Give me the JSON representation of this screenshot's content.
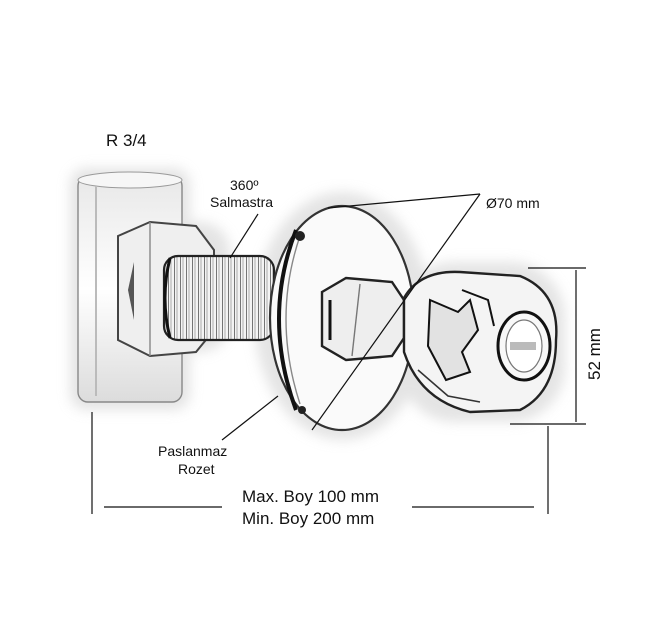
{
  "labels": {
    "thread": "R 3/4",
    "rotation_line1": "360º",
    "rotation_line2": "Salmastra",
    "diameter": "Ø70 mm",
    "height": "52 mm",
    "rosette_line1": "Paslanmaz",
    "rosette_line2": "Rozet",
    "max_length": "Max. Boy 100 mm",
    "min_length": "Min.  Boy 200 mm"
  },
  "colors": {
    "ink": "#111111",
    "metal_light": "#f2f2f2",
    "metal_mid": "#cfcfcf",
    "metal_dark": "#3a3a3a",
    "halo": "#d6d6d6"
  }
}
